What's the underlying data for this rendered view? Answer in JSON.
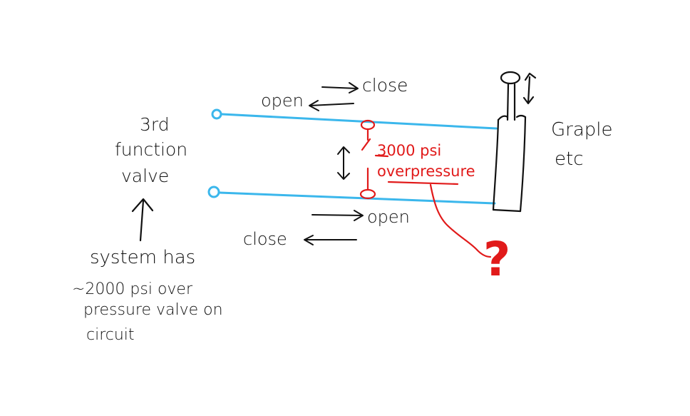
{
  "colors": {
    "ink": "#111111",
    "hose": "#3bb7ec",
    "relief": "#e11a1a"
  },
  "valve_label": [
    "3rd",
    "function",
    "valve"
  ],
  "top_line": {
    "close_label": "close",
    "open_label": "open"
  },
  "bottom_line": {
    "open_label": "open",
    "close_label": "close"
  },
  "relief": {
    "pressure_label": "3000 psi",
    "type_label": "overpressure",
    "question_mark": "?"
  },
  "implement_label": [
    "Graple",
    "etc"
  ],
  "system_note": {
    "title": "system has",
    "lines": [
      "~2000 psi  over",
      "pressure valve on",
      "circuit"
    ]
  }
}
